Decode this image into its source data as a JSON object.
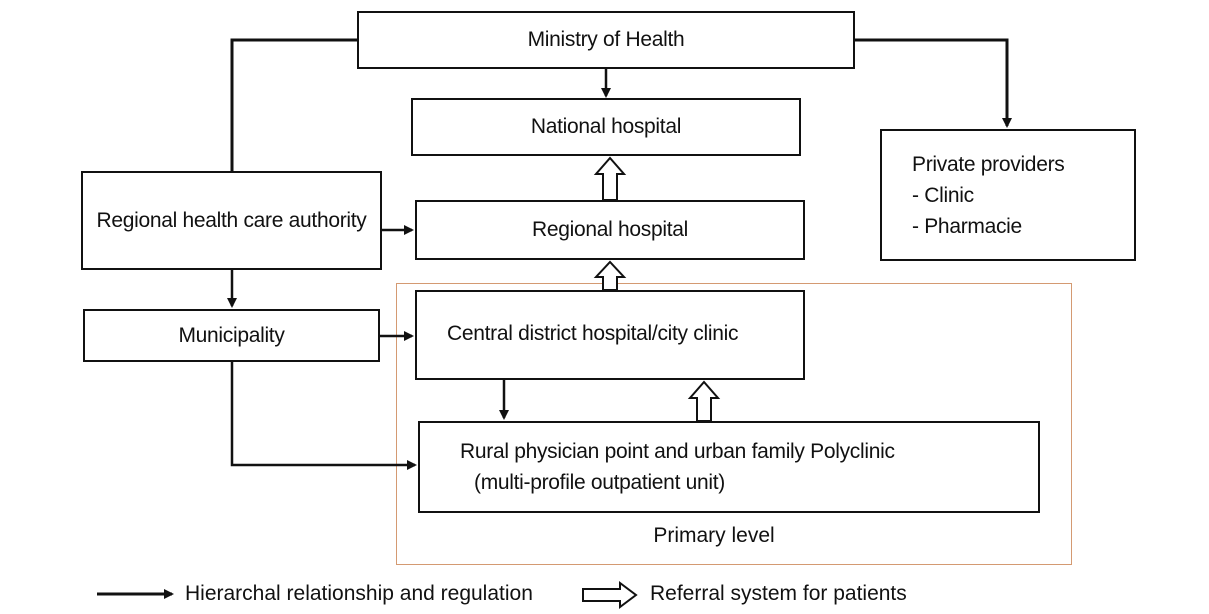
{
  "nodes": {
    "ministry": "Ministry of Health",
    "national_hospital": "National hospital",
    "private_providers": {
      "title": "Private providers",
      "items": [
        "- Clinic",
        "- Pharmacie"
      ]
    },
    "regional_authority": "Regional health care authority",
    "regional_hospital": "Regional hospital",
    "municipality": "Municipality",
    "central_district": "Central district hospital/city clinic",
    "rural_physician": {
      "line1": "Rural physician point and urban family Polyclinic",
      "line2": "(multi-profile outpatient unit)"
    }
  },
  "primary_level_label": "Primary level",
  "legend": {
    "solid": "Hierarchal relationship and regulation",
    "hollow": "Referral system for patients"
  },
  "colors": {
    "line": "#111111",
    "primary_frame": "#d49a72"
  }
}
